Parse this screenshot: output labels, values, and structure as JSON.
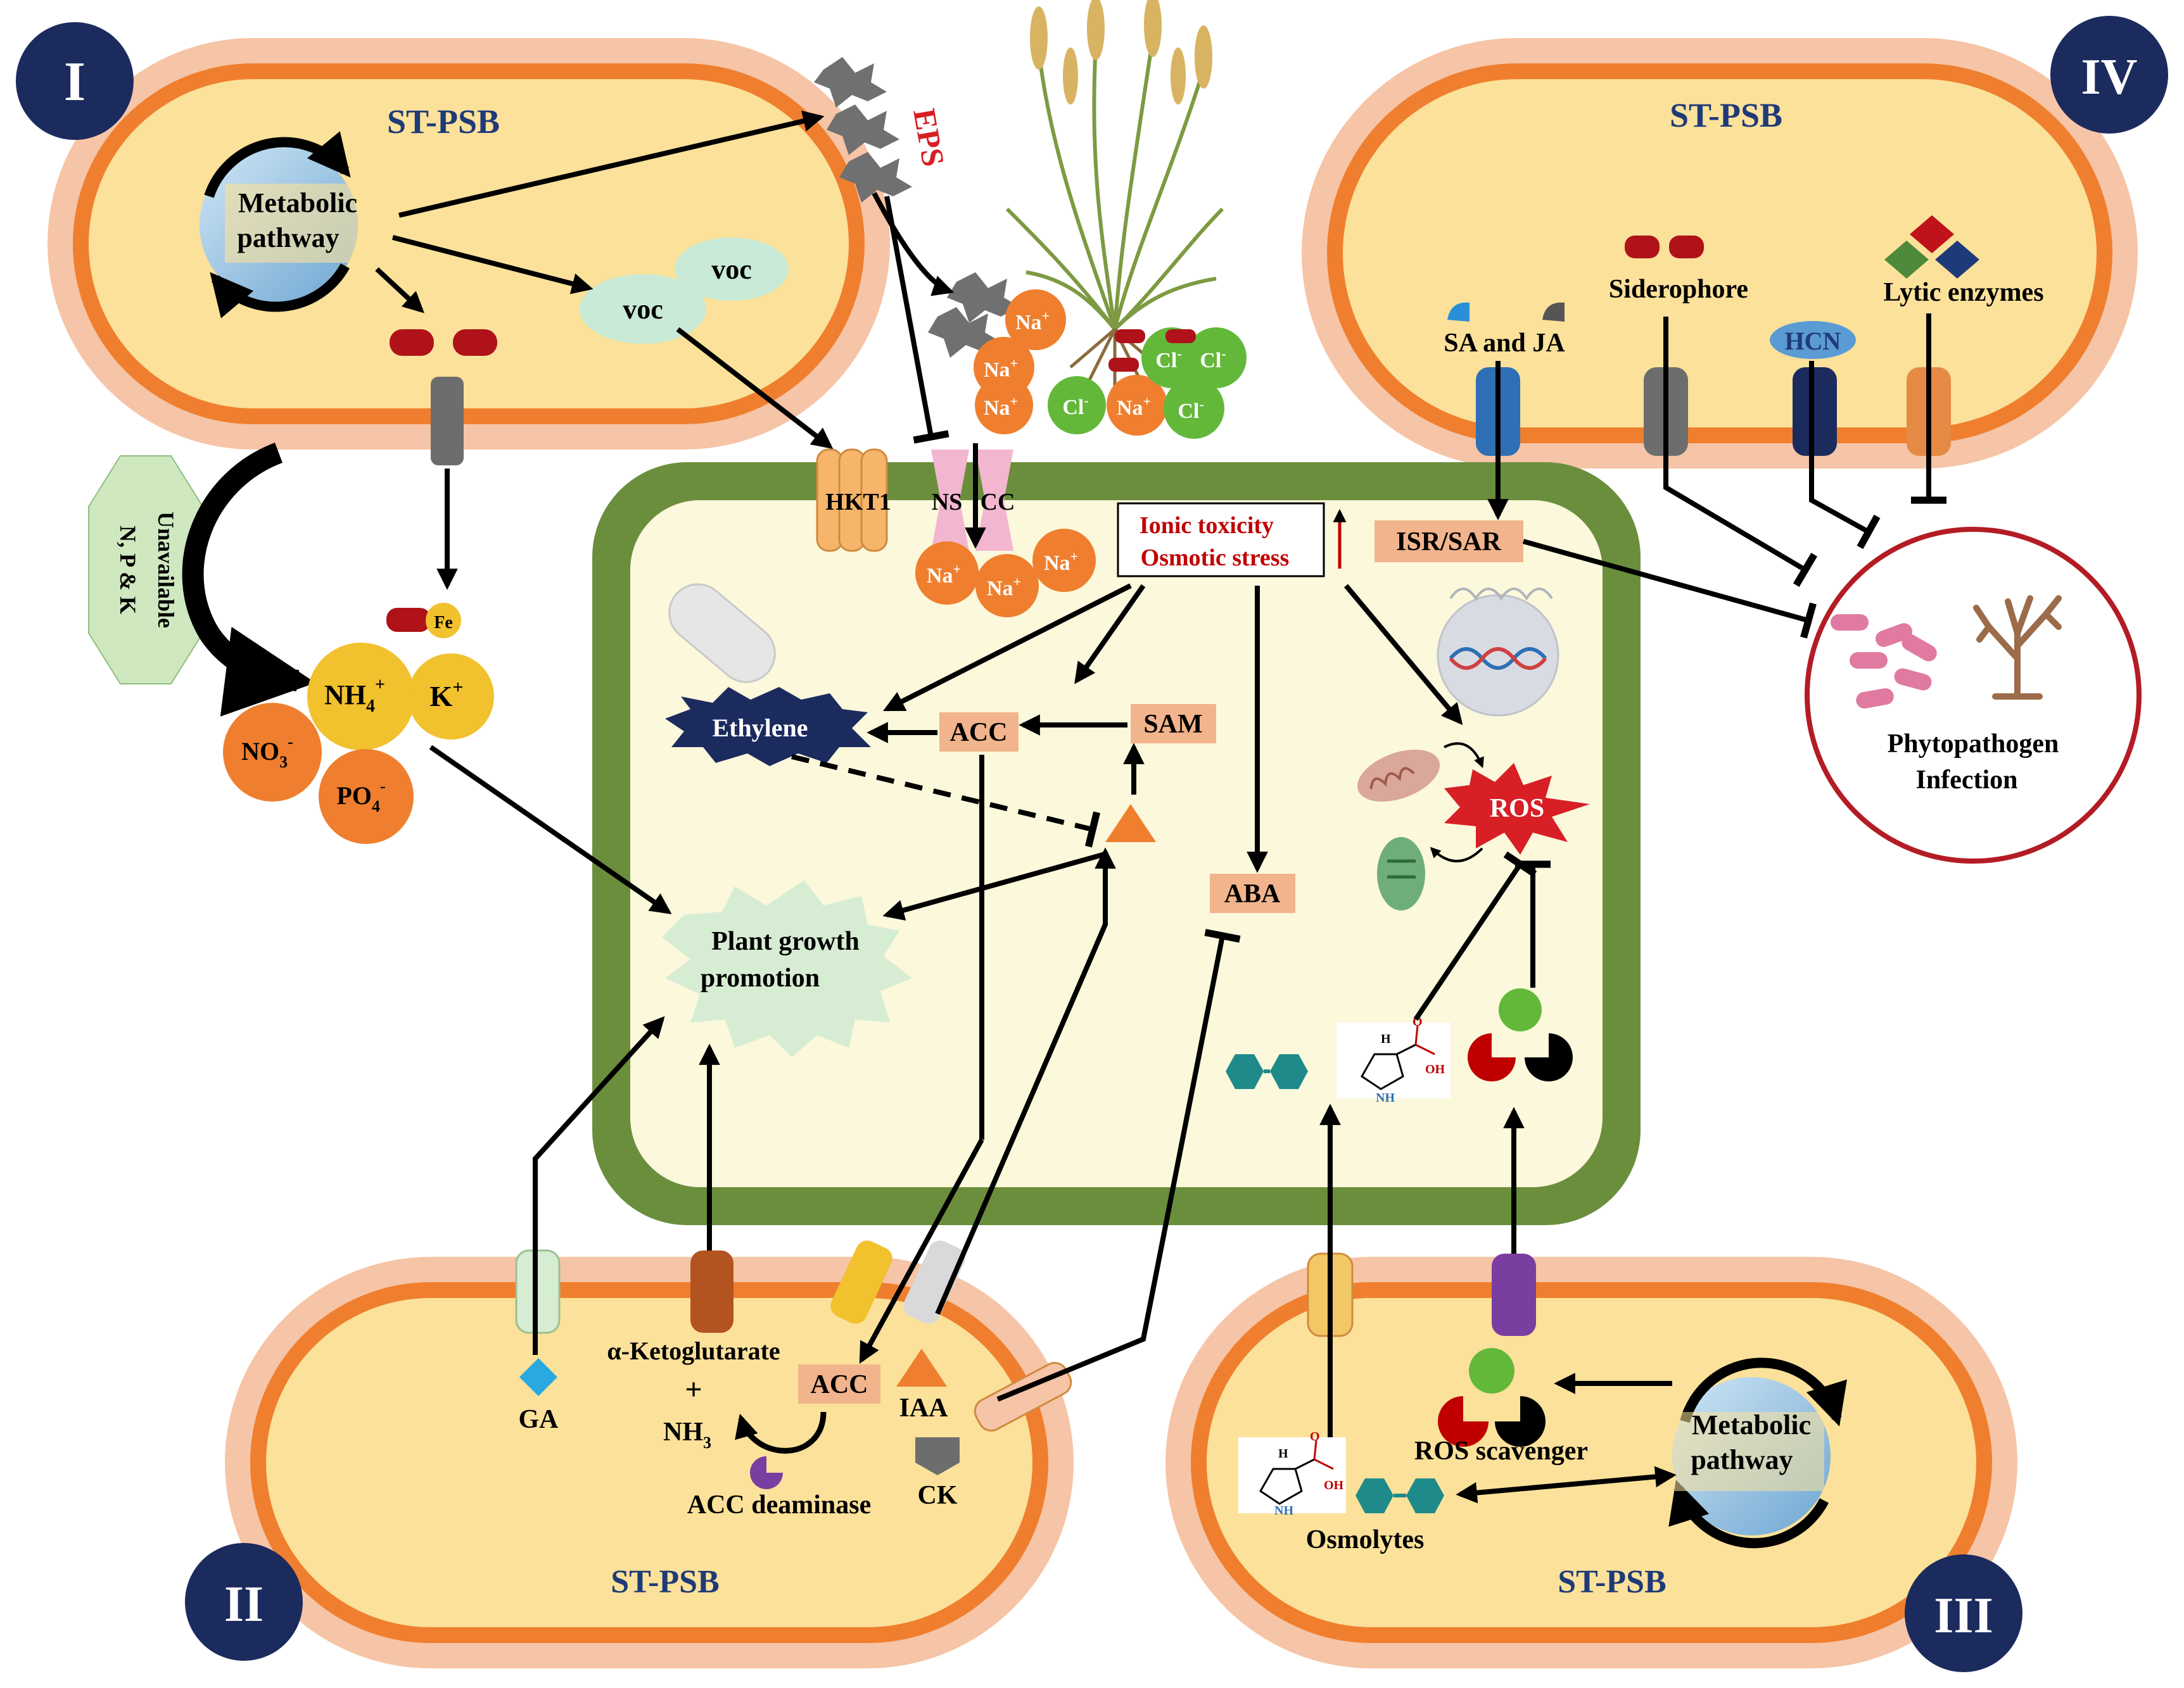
{
  "panels": {
    "p1": {
      "numeral": "I",
      "title": "ST-PSB"
    },
    "p2": {
      "numeral": "II",
      "title": "ST-PSB"
    },
    "p3": {
      "numeral": "III",
      "title": "ST-PSB"
    },
    "p4": {
      "numeral": "IV",
      "title": "ST-PSB"
    }
  },
  "labels": {
    "metabolic_line1": "Metabolic",
    "metabolic_line2": "pathway",
    "voc": "voc",
    "eps": "EPS",
    "fe": "Fe",
    "unavailable_line1": "Unavailable",
    "unavailable_line2": "N, P & K",
    "nh4": "NH",
    "nh4_sub": "4",
    "nh4_sup": "+",
    "k": "K",
    "k_sup": "+",
    "no3": "NO",
    "no3_sub": "3",
    "no3_sup": "-",
    "po4": "PO",
    "po4_sub": "4",
    "po4_sup": "-",
    "na": "Na",
    "na_sup": "+",
    "cl": "Cl",
    "cl_sup": "-",
    "hkt1": "HKT1",
    "nscc_left": "NS",
    "nscc_right": "CC",
    "stress_line1": "Ionic toxicity",
    "stress_line2": "Osmotic stress",
    "ethylene": "Ethylene",
    "acc": "ACC",
    "sam": "SAM",
    "aba": "ABA",
    "ros": "ROS",
    "isr_sar": "ISR/SAR",
    "growth_line1": "Plant growth",
    "growth_line2": "promotion",
    "sa_ja": "SA and JA",
    "siderophore": "Siderophore",
    "lytic": "Lytic enzymes",
    "hcn": "HCN",
    "phyto_line1": "Phytopathogen",
    "phyto_line2": "Infection",
    "ga": "GA",
    "aketo": "α-Ketoglutarate",
    "plus": "+",
    "nh3": "NH",
    "nh3_sub": "3",
    "acc_deaminase": "ACC deaminase",
    "iaa": "IAA",
    "ck": "CK",
    "ros_scavenger": "ROS scavenger",
    "osmolytes": "Osmolytes",
    "proline_h": "H",
    "proline_o": "O",
    "proline_oh": "OH",
    "proline_nh": "NH"
  },
  "colors": {
    "outer_membrane": "#f6c4a6",
    "inner_membrane": "#ef7f2e",
    "cytoplasm": "#fbe19a",
    "plant_wall": "#6b8e3d",
    "plant_cytoplasm": "#fbf8dc",
    "numeral_badge": "#1c2b5e",
    "label_box": "#f2b48c",
    "arrow": "#000000",
    "sodium": "#ef7f2e",
    "chloride": "#63b83a",
    "stress_text": "#c00000",
    "pathogen_ring": "#b31c24"
  }
}
